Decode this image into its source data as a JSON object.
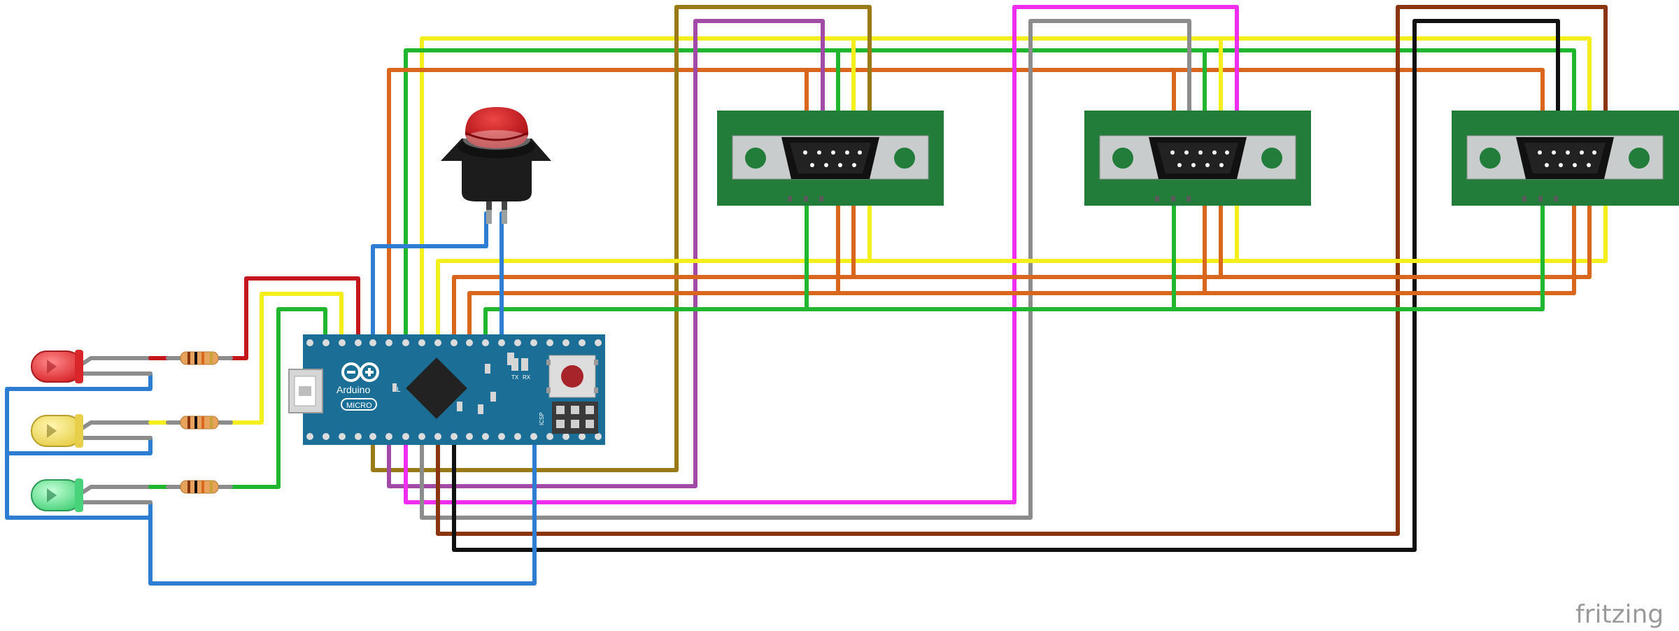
{
  "watermark": "fritzing",
  "board": {
    "brand": "Arduino",
    "model": "MICRO",
    "led_label": "L",
    "tx_label": "TX",
    "rx_label": "RX",
    "icsp_label": "ICSP"
  },
  "colors": {
    "red": "#c4161c",
    "yellow": "#f4ee1a",
    "green": "#20b62f",
    "orange": "#d8661c",
    "olive": "#9a7a16",
    "purple": "#a14ba6",
    "magenta": "#f02ef0",
    "gray": "#8c8c8c",
    "brown": "#8a3410",
    "black": "#111111",
    "blue": "#2d7dd2",
    "pcb_blue": "#1b6f96",
    "connector_green": "#217d39"
  },
  "leds": [
    {
      "color": "red"
    },
    {
      "color": "yellow"
    },
    {
      "color": "green"
    }
  ],
  "connectors": [
    {
      "type": "DB9"
    },
    {
      "type": "DB9"
    },
    {
      "type": "DB9"
    }
  ]
}
